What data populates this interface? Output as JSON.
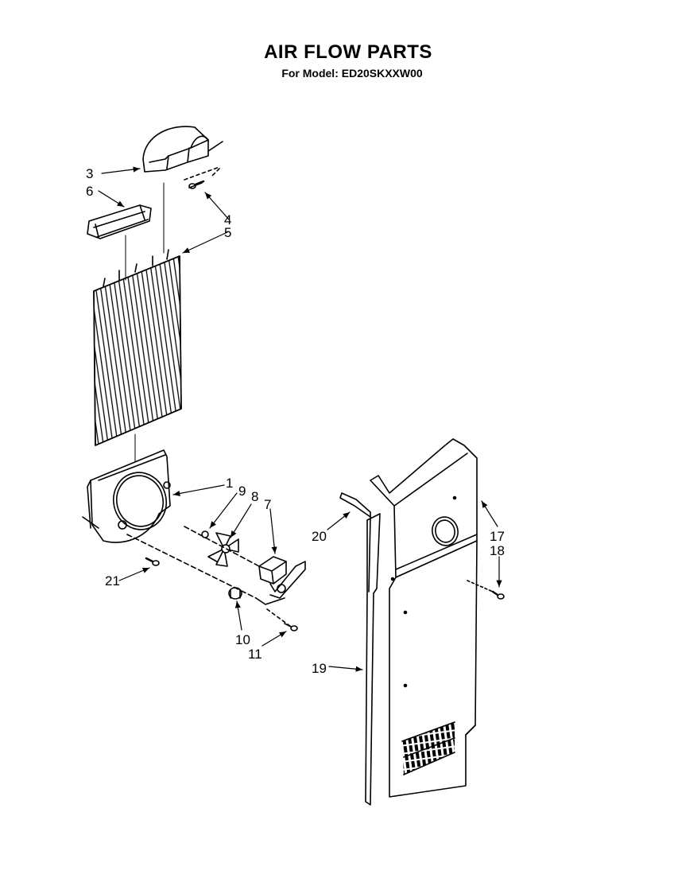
{
  "title": "AIR FLOW PARTS",
  "subtitle": "For Model: ED20SKXXW00",
  "callouts": [
    "3",
    "6",
    "4",
    "5",
    "1",
    "9",
    "8",
    "7",
    "20",
    "17",
    "18",
    "21",
    "10",
    "11",
    "19"
  ]
}
